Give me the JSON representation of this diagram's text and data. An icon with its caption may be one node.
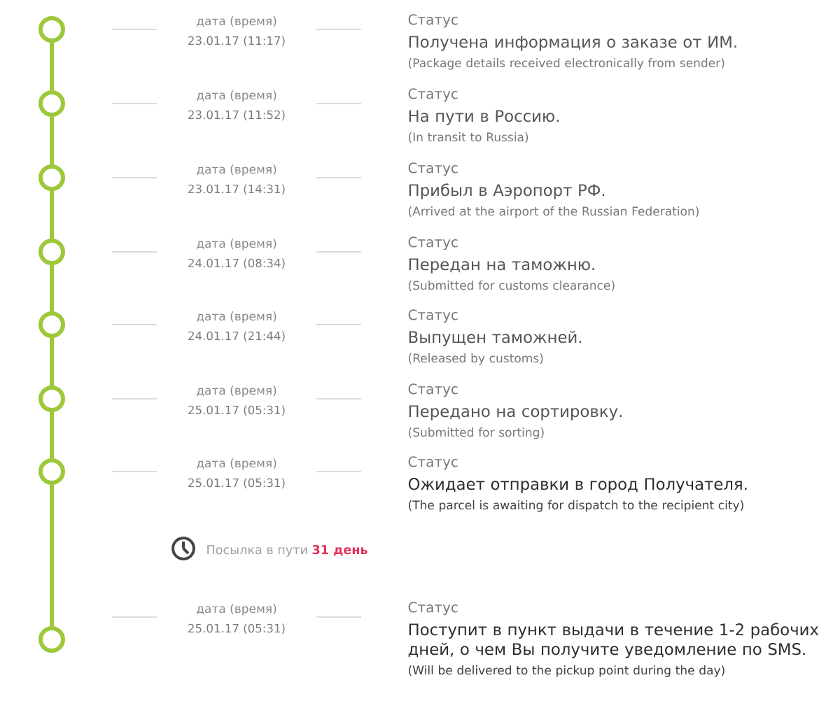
{
  "diagram": {
    "nodes": [
      {
        "text": [],
        "shape": "circle",
        "beside": [
          "дата (время)",
          "23.01.17 (11:17)",
          "Статус",
          "Получена информация о заказе от ИМ.",
          "(Package details received electronically from sender)"
        ]
      },
      {
        "text": [],
        "shape": "circle",
        "beside": [
          "дата (время)",
          "23.01.17 (11:52)",
          "Статус",
          "На пути в Россию.",
          "(In transit to Russia)"
        ]
      },
      {
        "text": [],
        "shape": "circle",
        "beside": [
          "дата (время)",
          "23.01.17 (14:31)",
          "Статус",
          "Прибыл в Аэропорт РФ.",
          "(Arrived at the airport of the Russian Federation)"
        ]
      },
      {
        "text": [],
        "shape": "circle",
        "beside": [
          "дата (время)",
          "24.01.17 (08:34)",
          "Статус",
          "Передан на таможню.",
          "(Submitted for customs clearance)"
        ]
      },
      {
        "text": [],
        "shape": "circle",
        "beside": [
          "дата (время)",
          "24.01.17 (21:44)",
          "Статус",
          "Выпущен таможней.",
          "(Released by customs)"
        ]
      },
      {
        "text": [],
        "shape": "circle",
        "beside": [
          "дата (время)",
          "25.01.17 (05:31)",
          "Статус",
          "Передано на сортировку.",
          "(Submitted for sorting)"
        ]
      },
      {
        "text": [],
        "shape": "circle",
        "beside": [
          "дата (время)",
          "25.01.17 (05:31)",
          "Статус",
          "Ожидает отправки в город Получателя.",
          "(The parcel is awaiting for dispatch to the recipient city)"
        ]
      },
      {
        "text": [],
        "shape": "circle",
        "beside": [
          "дата (время)",
          "25.01.17 (05:31)",
          "Статус",
          "Поступит в пункт выдачи в течение 1-2 рабочих дней, о чем Вы получите уведомление по SMS.",
          "(Will be delivered to the pickup point during the day)"
        ]
      }
    ],
    "edges": [
      {
        "from": 0,
        "to": 1,
        "arrow": "none"
      },
      {
        "from": 1,
        "to": 2,
        "arrow": "none"
      },
      {
        "from": 2,
        "to": 3,
        "arrow": "none"
      },
      {
        "from": 3,
        "to": 4,
        "arrow": "none"
      },
      {
        "from": 4,
        "to": 5,
        "arrow": "none"
      },
      {
        "from": 5,
        "to": 6,
        "arrow": "none"
      },
      {
        "from": 6,
        "to": 7,
        "arrow": "none"
      }
    ],
    "labels": [
      "Посылка в пути **31 день**"
    ]
  }
}
